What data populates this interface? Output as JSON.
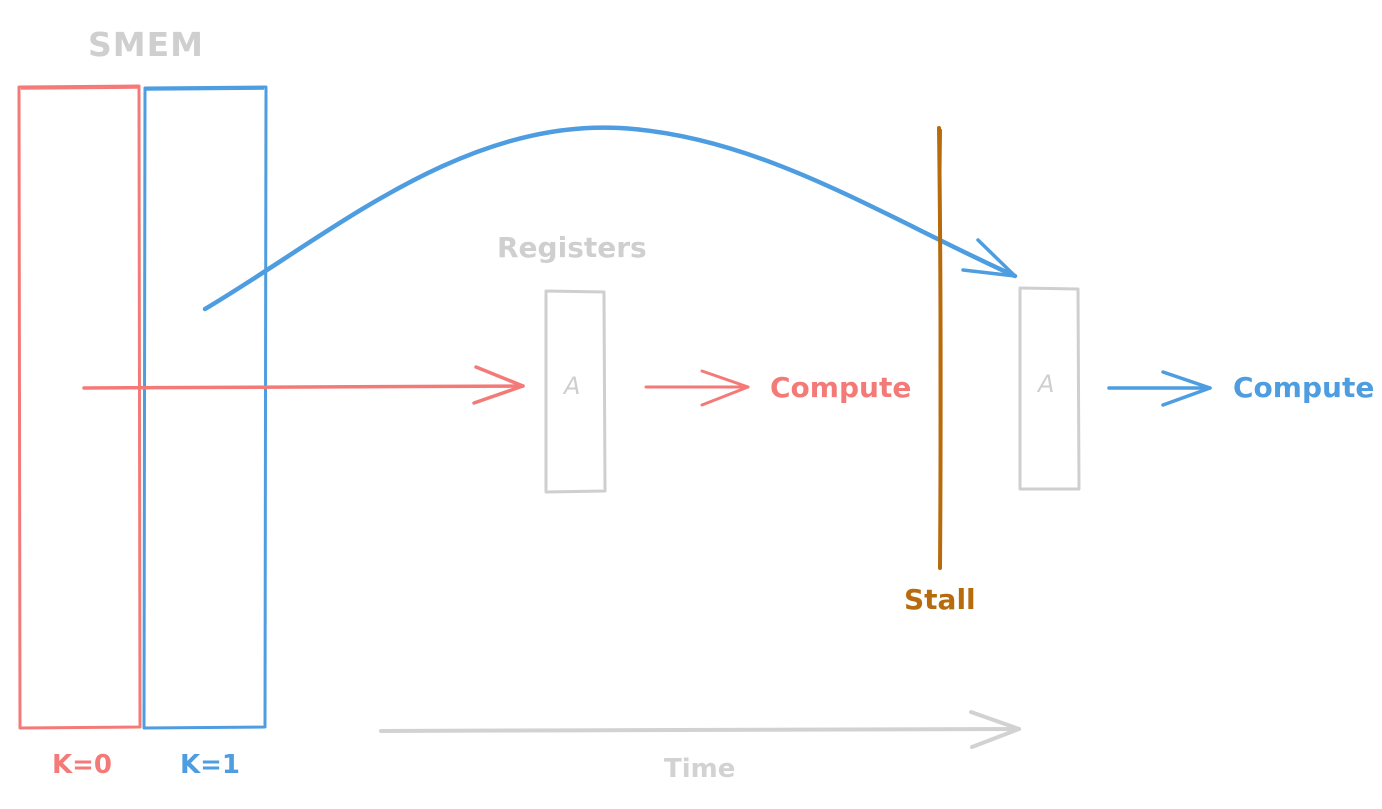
{
  "smem": {
    "label": "SMEM"
  },
  "registers": {
    "label": "Registers"
  },
  "buffers": [
    {
      "label": "K=0",
      "color": "#f47a78"
    },
    {
      "label": "K=1",
      "color": "#4d9de0"
    }
  ],
  "register_tiles": [
    {
      "label": "A"
    },
    {
      "label": "A"
    }
  ],
  "compute": [
    {
      "label": "Compute",
      "color": "#f47a78"
    },
    {
      "label": "Compute",
      "color": "#4d9de0"
    }
  ],
  "stall": {
    "label": "Stall",
    "color": "#b86b0c"
  },
  "time": {
    "label": "Time"
  },
  "colors": {
    "k0": "#f47a78",
    "k1": "#4d9de0",
    "stall": "#b86b0c",
    "muted": "#cfcfcf"
  }
}
